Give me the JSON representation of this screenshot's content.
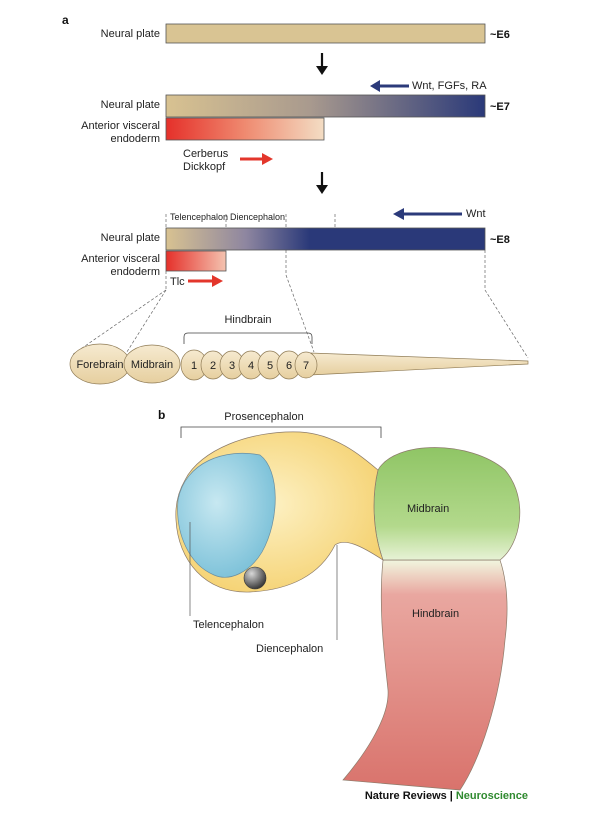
{
  "panel_a": {
    "letter": "a",
    "row1": {
      "left": "Neural plate",
      "stage": "~E6"
    },
    "row2": {
      "signal": "Wnt, FGFs, RA",
      "left": "Neural plate",
      "stage": "~E7",
      "ave_line1": "Anterior visceral",
      "ave_line2": "endoderm",
      "factor1": "Cerberus",
      "factor2": "Dickkopf"
    },
    "row3": {
      "telen": "Telencephalon",
      "dien": "Diencephalon",
      "signal": "Wnt",
      "left": "Neural plate",
      "stage": "~E8",
      "ave_line1": "Anterior visceral",
      "ave_line2": "endoderm",
      "factor": "Tlc"
    },
    "tube": {
      "hindbrain": "Hindbrain",
      "forebrain": "Forebrain",
      "midbrain": "Midbrain",
      "segments": [
        "1",
        "2",
        "3",
        "4",
        "5",
        "6",
        "7"
      ]
    }
  },
  "panel_b": {
    "letter": "b",
    "prosencephalon": "Prosencephalon",
    "midbrain": "Midbrain",
    "hindbrain": "Hindbrain",
    "telencephalon": "Telencephalon",
    "diencephalon": "Diencephalon"
  },
  "credit": {
    "journal": "Nature Reviews",
    "separator": "|",
    "section": "Neuroscience"
  },
  "colors": {
    "tan": "#d9c493",
    "navy": "#2b3a7a",
    "red": "#e8382a",
    "cream": "#f1e6c8",
    "blue": "#8fcde0",
    "yellow": "#f7d87c",
    "green": "#9ccc6d",
    "pink": "#e28a85"
  }
}
